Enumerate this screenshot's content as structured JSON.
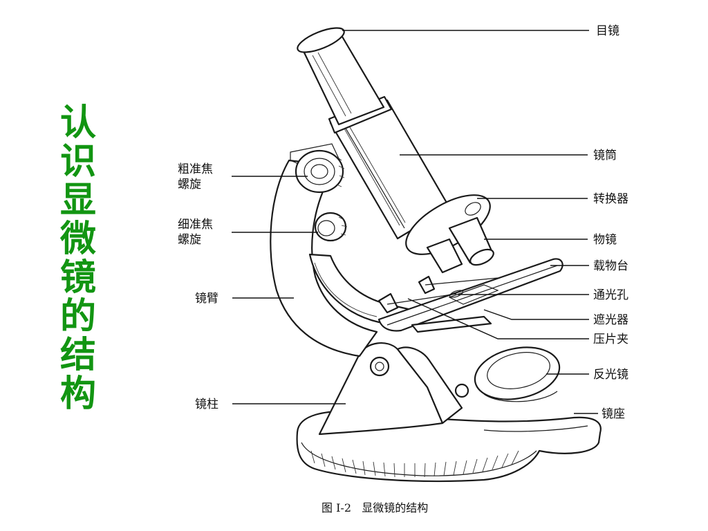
{
  "title_chars": [
    "认",
    "识",
    "显",
    "微",
    "镜",
    "的",
    "结",
    "构"
  ],
  "labels": {
    "eyepiece": "目镜",
    "tube": "镜筒",
    "coarse_1": "粗准焦",
    "coarse_2": "螺旋",
    "fine_1": "细准焦",
    "fine_2": "螺旋",
    "nosepiece": "转换器",
    "objective": "物镜",
    "stage": "载物台",
    "aperture": "通光孔",
    "diaphragm": "遮光器",
    "clip": "压片夹",
    "arm": "镜臂",
    "mirror": "反光镜",
    "pillar": "镜柱",
    "base": "镜座"
  },
  "caption": "图 I-2   显微镜的结构",
  "colors": {
    "title": "#129512",
    "ink": "#111111"
  }
}
